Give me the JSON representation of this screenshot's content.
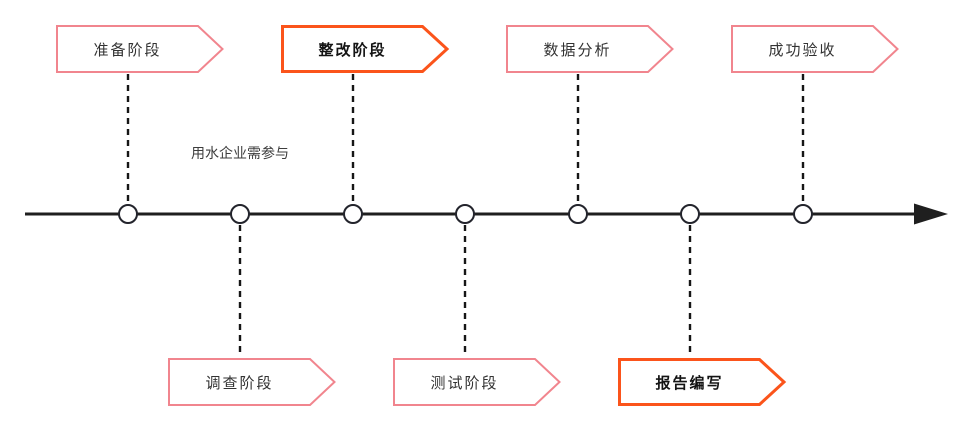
{
  "stages": {
    "top": [
      {
        "label": "准备阶段",
        "style": "pink"
      },
      {
        "label": "整改阶段",
        "style": "orange-bold"
      },
      {
        "label": "数据分析",
        "style": "pink"
      },
      {
        "label": "成功验收",
        "style": "pink"
      }
    ],
    "bottom": [
      {
        "label": "调查阶段",
        "style": "pink"
      },
      {
        "label": "测试阶段",
        "style": "pink"
      },
      {
        "label": "报告编写",
        "style": "orange-bold"
      }
    ]
  },
  "annotation": {
    "text": "用水企业需参与"
  },
  "colors": {
    "pink_border": "#F1858E",
    "orange_border": "#FB541B",
    "axis": "#1F1F1F",
    "node_fill": "#FFFFFF",
    "node_stroke": "#23242C"
  }
}
